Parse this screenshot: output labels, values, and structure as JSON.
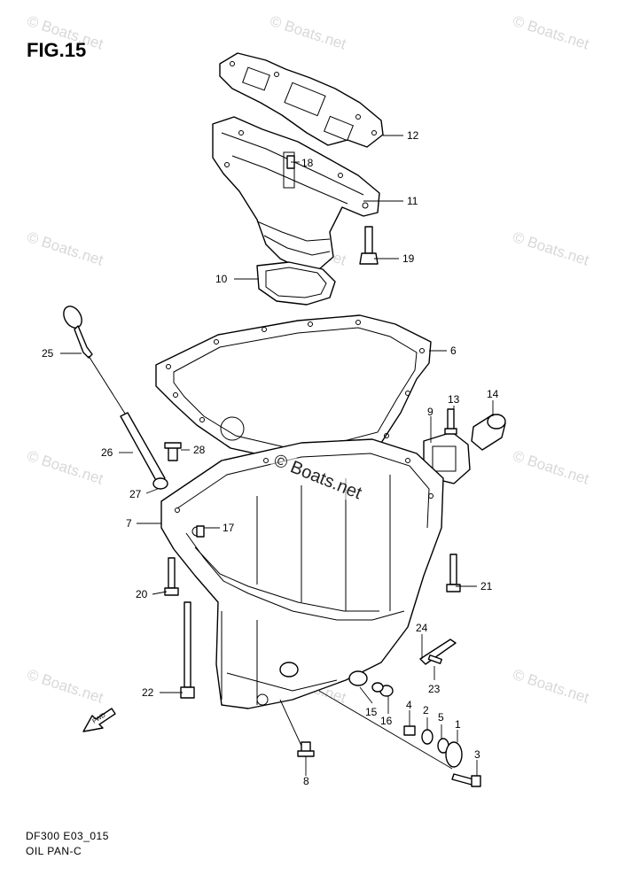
{
  "figure": {
    "title": "FIG.15",
    "model_code": "DF300 E03_015",
    "caption": "OIL PAN-C"
  },
  "watermark": {
    "corner_text": "© Boats.net",
    "center_text": "© Boats.net"
  },
  "callouts": {
    "c1": "1",
    "c2": "2",
    "c3": "3",
    "c4": "4",
    "c5": "5",
    "c6": "6",
    "c7": "7",
    "c8": "8",
    "c9": "9",
    "c10": "10",
    "c11": "11",
    "c12": "12",
    "c13": "13",
    "c14": "14",
    "c15": "15",
    "c16": "16",
    "c17": "17",
    "c18": "18",
    "c19": "19",
    "c20": "20",
    "c21": "21",
    "c22": "22",
    "c23": "23",
    "c24": "24",
    "c25": "25",
    "c26": "26",
    "c27": "27",
    "c28": "28"
  },
  "direction_marker": "FWD"
}
